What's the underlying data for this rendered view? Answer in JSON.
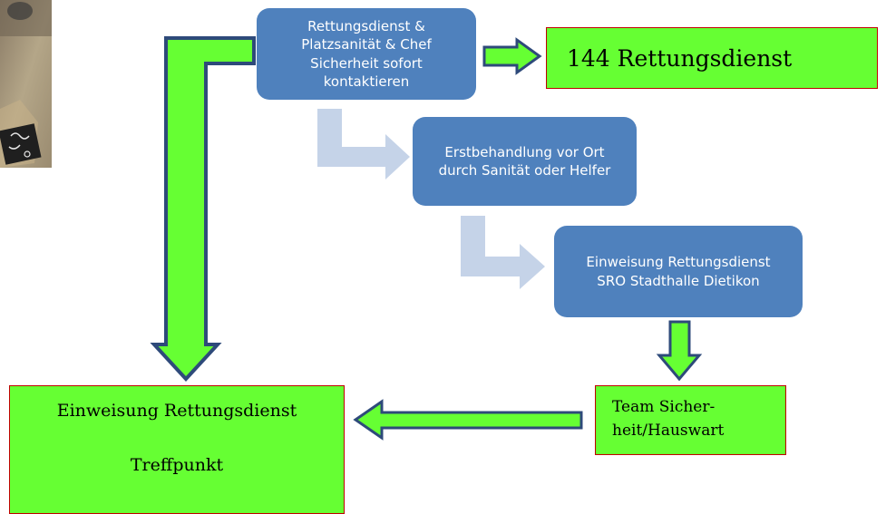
{
  "colors": {
    "node_blue": "#4f81bd",
    "node_green": "#66ff33",
    "node_border_red": "#c00000",
    "arrow_green_fill": "#66ff33",
    "arrow_dark_outline": "#2e4a7a",
    "arrow_light_blue": "#c5d3e8"
  },
  "nodes": {
    "contact": "Rettungsdienst & Platzsanität & Chef Sicherheit sofort kontaktieren",
    "first_aid": "Erstbehandlung vor Ort durch Sanität oder Helfer",
    "guide_sro": "Einweisung Rettungsdienst SRO Stadthalle Dietikon",
    "call_144": "144 Rettungsdienst",
    "team": {
      "line1": "Team Sicher-",
      "line2": "heit/Hauswart"
    },
    "meeting": {
      "line1": "Einweisung Rettungsdienst",
      "line2": "Treffpunkt"
    }
  },
  "photo": {
    "icon": "photo-thumbnail"
  }
}
